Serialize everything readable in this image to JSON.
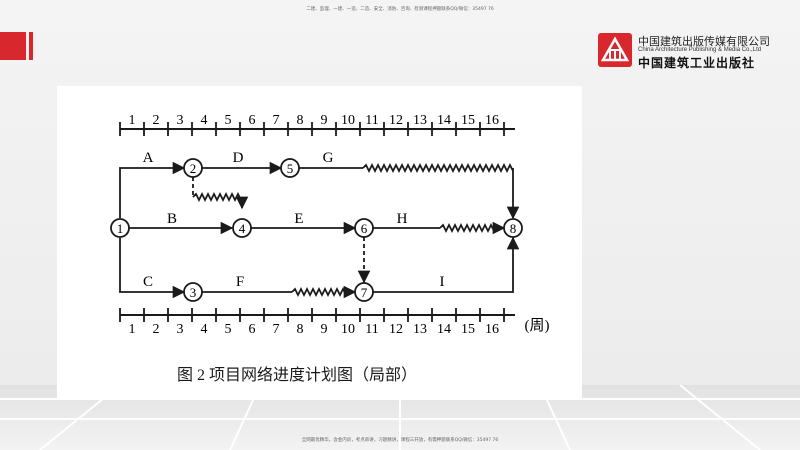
{
  "notices": {
    "top": "二建、监理、一建、一造、二造、安全、消防、咨询、检测课程押题联系QQ/微信：35497 76",
    "bottom": "全网最优精华，含金内训，考点串讲，习题精讲，课程三开放，有需押题联系QQ/微信：35497 76"
  },
  "publisher": {
    "name_cn": "中国建筑出版传媒有限公司",
    "name_en": "China Architecture Publishing & Media Co.,Ltd",
    "name_calligraphy": "中国建筑工业出版社"
  },
  "diagram": {
    "top_ticks": [
      "1",
      "2",
      "3",
      "4",
      "5",
      "6",
      "7",
      "8",
      "9",
      "10",
      "11",
      "12",
      "13",
      "14",
      "15",
      "16"
    ],
    "bottom_ticks": [
      "1",
      "2",
      "3",
      "4",
      "5",
      "6",
      "7",
      "8",
      "9",
      "10",
      "11",
      "12",
      "13",
      "14",
      "15",
      "16"
    ],
    "unit_label": "(周)",
    "nodes": [
      "1",
      "2",
      "3",
      "4",
      "5",
      "6",
      "7",
      "8"
    ],
    "activities": [
      "A",
      "D",
      "G",
      "B",
      "E",
      "H",
      "C",
      "F",
      "I"
    ],
    "caption": "图 2 项目网络进度计划图（局部）"
  },
  "colors": {
    "accent_red": "#d9272e",
    "ink": "#1a1a1a"
  }
}
